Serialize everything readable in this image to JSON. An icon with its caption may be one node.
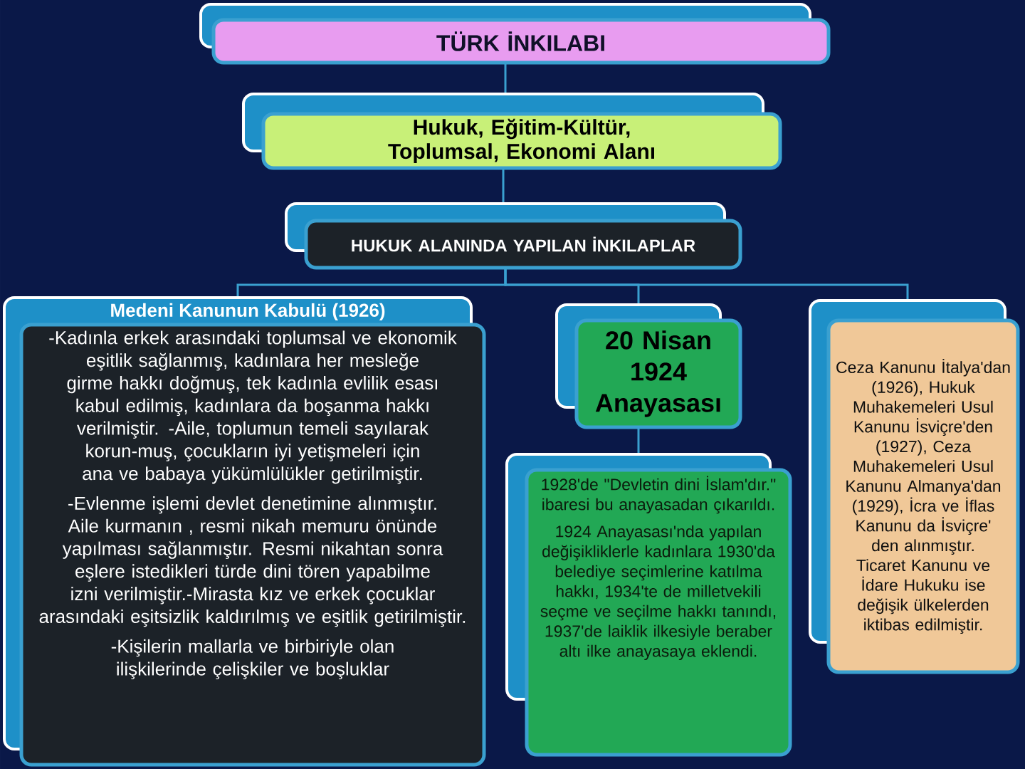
{
  "diagram": {
    "nodes": [
      {
        "text": [
          "TÜRK İNKILABI"
        ]
      },
      {
        "text": [
          "Hukuk, Eğitim-Kültür, Toplumsal, Ekonomi Alanı"
        ]
      },
      {
        "text": [
          "HUKUK ALANINDA YAPILAN İNKILAPLAR"
        ]
      },
      {
        "text": [
          "Medeni Kanunun Kabulü (1926)",
          "-Kadınla erkek arasındaki toplumsal ve ekonomik eşitlik sağlanmış, kadınlara her mesleğe girme hakkı doğmuş, tek kadınla evlilik esası kabul edilmiş, kadınlara da boşanma hakkı verilmiştir. -Aile, toplumun temeli sayılarak korun-muş, çocukların iyi yetişmeleri için ana ve babaya yükümlülükler getirilmiştir.",
          "-Evlenme işlemi devlet denetimine alınmıştır. Aile kurmanın , resmi nikah memuru önünde yapılması sağlanmıştır. Resmi nikahtan sonra eşlere istedikleri türde dini tören yapabilme izni verilmiştir.-Mirasta kız ve erkek çocuklar arasındaki eşitsizlik kaldırılmış ve eşitlik getirilmiştir.",
          "-Kişilerin mallarla ve birbiriyle olan ilişkilerinde çelişkiler ve boşluklar"
        ]
      },
      {
        "text": [
          "20 Nisan 1924 Anayasası"
        ]
      },
      {
        "text": [
          "1928'de \"Devletin dini İslam'dır.\" ibaresi bu anayasadan çıkarıldı.",
          "1924 Anayasası'nda yapılan değişikliklerle kadınlara 1930'da belediye seçimlerine katılma hakkı, 1934'te de milletvekili seçme ve seçilme hakkı tanındı, 1937'de laiklik ilkesiyle beraber altı ilke anayasaya eklendi."
        ]
      },
      {
        "text": [
          "Ceza Kanunu İtalya'dan (1926), Hukuk Muhakemeleri Usul Kanunu İsviçre'den (1927), Ceza Muhakemeleri Usul Kanunu Almanya'dan (1929), İcra ve İflas Kanunu da İsviçre' den alınmıştır. Ticaret Kanunu ve İdare Hukuku ise değişik ülkelerden iktibas edilmiştir."
        ]
      }
    ],
    "edges": [
      {
        "from": 0,
        "to": 1,
        "arrow": "none"
      },
      {
        "from": 1,
        "to": 2,
        "arrow": "none"
      },
      {
        "from": 2,
        "to": 3,
        "arrow": "none"
      },
      {
        "from": 2,
        "to": 4,
        "arrow": "none"
      },
      {
        "from": 2,
        "to": 6,
        "arrow": "none"
      },
      {
        "from": 4,
        "to": 5,
        "arrow": "none"
      }
    ]
  }
}
